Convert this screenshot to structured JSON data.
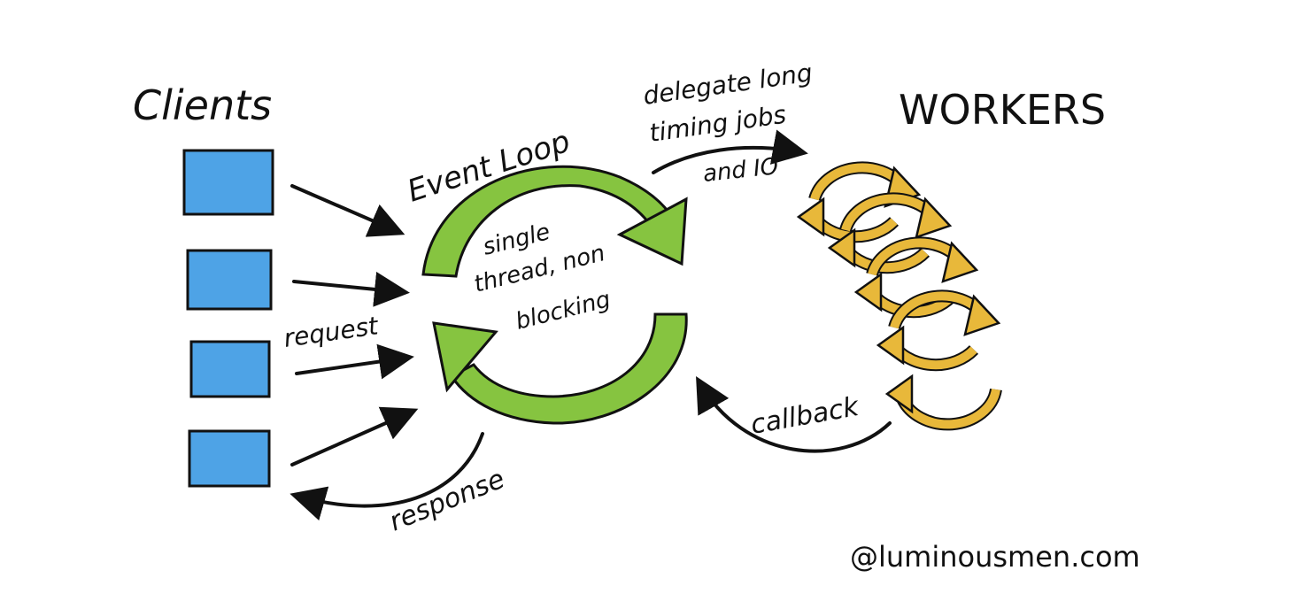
{
  "labels": {
    "clients": "Clients",
    "workers": "WORKERS",
    "event_loop": "Event Loop",
    "single_thread_1": "single",
    "single_thread_2": "thread, non",
    "single_thread_3": "blocking",
    "delegate_1": "delegate long",
    "delegate_2": "timing jobs",
    "delegate_3": "and IO",
    "request": "request",
    "response": "response",
    "callback": "callback",
    "credit": "@luminousmen.com"
  },
  "colors": {
    "client_box": "#4ea3e6",
    "event_loop": "#86c440",
    "worker": "#e8b83a",
    "ink": "#111111"
  }
}
